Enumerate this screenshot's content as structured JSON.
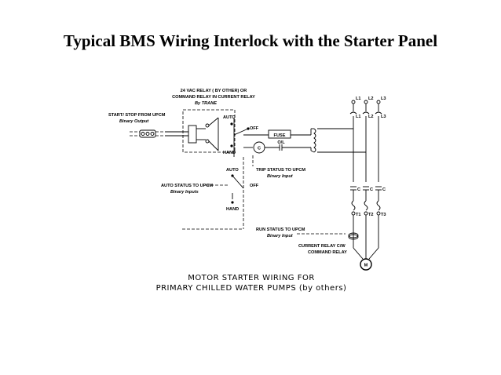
{
  "title": "Typical BMS Wiring Interlock with the Starter Panel",
  "labels": {
    "relay_line1": "24 VAC RELAY ( BY OTHER) OR",
    "relay_line2": "COMMAND RELAY IN CURRENT RELAY",
    "relay_line3": "By TRANE",
    "start_stop": "START/ STOP FROM UPCM",
    "binary_output": "Binary Output",
    "auto_top": "AUTO",
    "off_top": "OFF",
    "hand_top": "HAND",
    "fuse": "FUSE",
    "ol": "O/L",
    "c": "C",
    "auto_mid": "AUTO",
    "off_mid": "OFF",
    "hand_mid": "HAND",
    "trip_status": "TRIP STATUS TO UPCM",
    "trip_binary": "Binary Input",
    "auto_status": "AUTO STATUS TO UPCM",
    "auto_binary": "Binary Inputs",
    "run_status": "RUN STATUS TO UPCM",
    "run_binary": "Binary Input",
    "current_relay": "CURRENT RELAY C/W",
    "command_relay": "COMMAND RELAY",
    "l1_top": "L1",
    "l2_top": "L2",
    "l3_top": "L3",
    "l1_mid": "L1",
    "l2_mid": "L2",
    "l3_mid": "L3",
    "contact_c1": "C",
    "contact_c2": "C",
    "contact_c3": "C",
    "t1": "T1",
    "t2": "T2",
    "t3": "T3",
    "motor": "M",
    "caption_line1": "MOTOR STARTER WIRING FOR",
    "caption_line2": "PRIMARY CHILLED WATER PUMPS (by others)"
  }
}
